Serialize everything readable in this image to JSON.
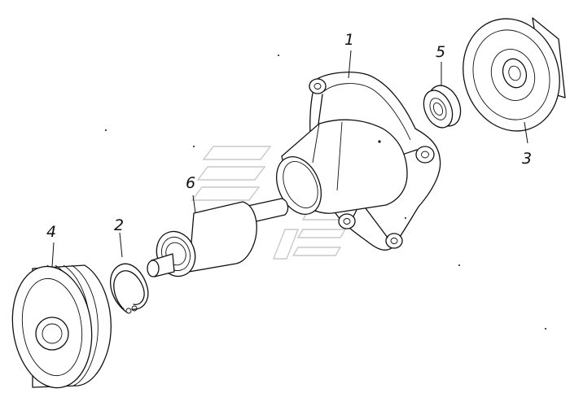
{
  "diagram": {
    "callouts": [
      {
        "id": "part-1",
        "label": "1"
      },
      {
        "id": "part-2",
        "label": "2"
      },
      {
        "id": "part-3",
        "label": "3"
      },
      {
        "id": "part-4",
        "label": "4"
      },
      {
        "id": "part-5",
        "label": "5"
      },
      {
        "id": "part-6",
        "label": "6"
      }
    ]
  }
}
